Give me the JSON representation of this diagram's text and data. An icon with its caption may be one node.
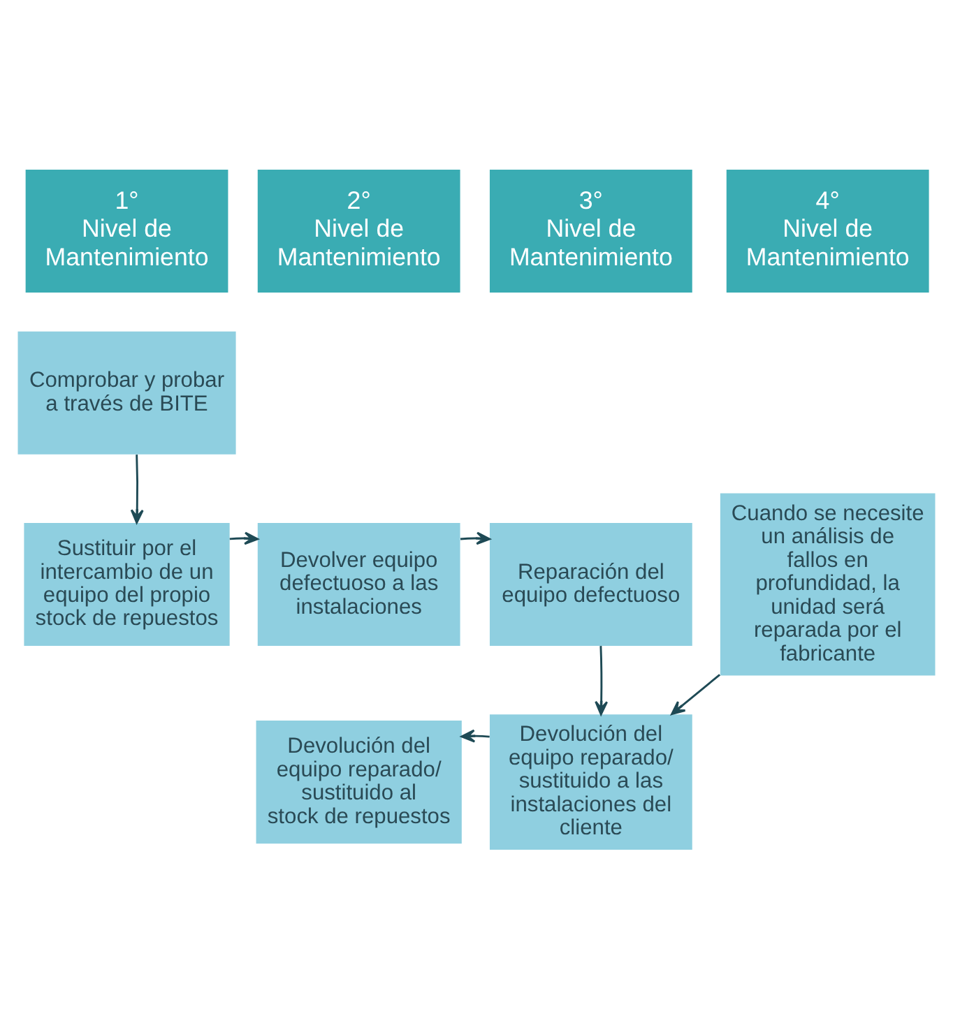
{
  "diagram": {
    "nodes": [
      {
        "text": [
          "1°",
          "Nivel de Mantenimiento"
        ]
      },
      {
        "text": [
          "2°",
          "Nivel de Mantenimiento"
        ]
      },
      {
        "text": [
          "3°",
          "Nivel de Mantenimiento"
        ]
      },
      {
        "text": [
          "4°",
          "Nivel de Mantenimiento"
        ]
      },
      {
        "text": [
          "Comprobar y probar a través de BITE"
        ]
      },
      {
        "text": [
          "Sustituir por el intercambio de un equipo del propio stock de repuestos"
        ]
      },
      {
        "text": [
          "Devolver equipo defectuoso a las instalaciones"
        ]
      },
      {
        "text": [
          "Reparación del equipo defectuoso"
        ]
      },
      {
        "text": [
          "Cuando se necesite un análisis de fallos en profundidad, la unidad será reparada por el fabricante"
        ]
      },
      {
        "text": [
          "Devolución del equipo reparado/ sustituido al stock de repuestos"
        ]
      },
      {
        "text": [
          "Devolución del equipo reparado/ sustituido a las instalaciones del cliente"
        ]
      }
    ],
    "edges": [
      {
        "from": 4,
        "to": 5,
        "arrow": "to"
      },
      {
        "from": 5,
        "to": 6,
        "arrow": "to"
      },
      {
        "from": 6,
        "to": 7,
        "arrow": "to"
      },
      {
        "from": 7,
        "to": 10,
        "arrow": "to"
      },
      {
        "from": 8,
        "to": 10,
        "arrow": "to"
      },
      {
        "from": 10,
        "to": 9,
        "arrow": "to"
      }
    ]
  }
}
